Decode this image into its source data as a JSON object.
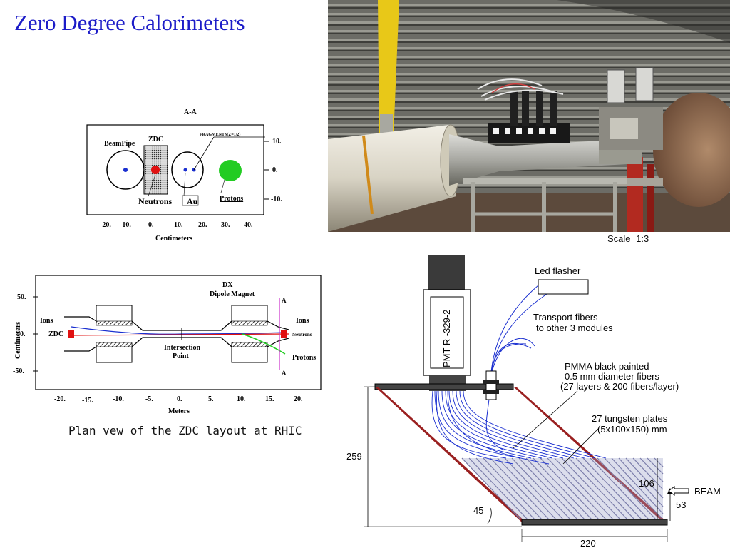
{
  "slide": {
    "title": "Zero Degree Calorimeters",
    "scale_label": "Scale=1:3",
    "colors": {
      "title": "#1c1cc8",
      "beam_red": "#e01010",
      "proton_green": "#22cc22",
      "fiber_blue": "#1a2fd0",
      "plate_red": "#9a2020"
    }
  },
  "section_view": {
    "heading": "A-A",
    "labels": {
      "beampipe": "BeamPipe",
      "zdc": "ZDC",
      "fragments": "FRAGMENTS(Z=1/2)",
      "neutrons": "Neutrons",
      "au": "Au",
      "protons": "Protons"
    },
    "x_ticks": [
      "-20.",
      "-10.",
      "0.",
      "10.",
      "20.",
      "30.",
      "40."
    ],
    "y_ticks": [
      "10.",
      "0.",
      "-10."
    ],
    "x_axis_label": "Centimeters"
  },
  "plan_view": {
    "labels": {
      "dx": "DX",
      "dipole": "Dipole Magnet",
      "a_top": "A",
      "a_bottom": "A",
      "ions_left": "Ions",
      "ions_right": "Ions",
      "zdc": "ZDC",
      "neutrons": "Neutrons",
      "intersection_1": "Intersection",
      "intersection_2": "Point",
      "protons": "Protons"
    },
    "y_ticks": [
      "50.",
      "0.",
      "-50."
    ],
    "x_ticks": [
      "-20.",
      "-15.",
      "-10.",
      "-5.",
      "0.",
      "5.",
      "10.",
      "15.",
      "20."
    ],
    "y_axis_label": "Centimeters",
    "x_axis_label": "Meters",
    "caption": "Plan vew of the ZDC layout at RHIC"
  },
  "module_diagram": {
    "pmt": "PMT R -329-2",
    "led": "Led flasher",
    "transport_1": "Transport fibers",
    "transport_2": "to other 3 modules",
    "pmma_1": "PMMA black painted",
    "pmma_2": "0.5 mm diameter fibers",
    "pmma_3": "(27 layers & 200 fibers/layer)",
    "tungsten_1": "27 tungsten plates",
    "tungsten_2": "(5x100x150) mm",
    "dim_259": "259",
    "dim_106": "106",
    "dim_45": "45",
    "dim_220": "220",
    "dim_53": "53",
    "beam": "BEAM"
  }
}
